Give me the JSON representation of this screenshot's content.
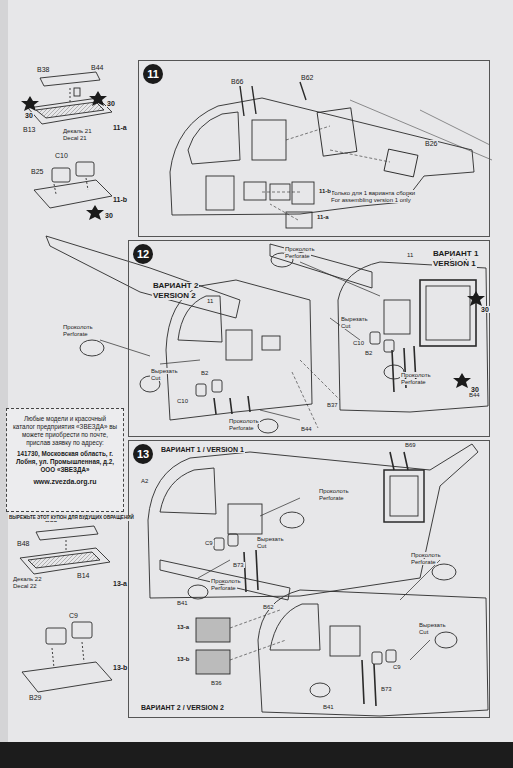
{
  "diagram": {
    "nodes": [
      {
        "text": [
          "11"
        ]
      },
      {
        "text": [
          "12"
        ]
      },
      {
        "text": [
          "13"
        ]
      },
      {
        "text": [
          "Любые модели и красочный каталог предприятия «ЗВЕЗДА» вы можете приобрести по почте, прислав заявку по адресу:",
          "141730, Московская область, г. Лобня, ул. Промышленная, д.2, ООО «ЗВЕЗДА»",
          "www.zvezda.org.ru"
        ]
      }
    ],
    "labels": [
      "B38",
      "B44",
      "30",
      "30",
      "11-a",
      "B13",
      "Декаль 21",
      "Decal 21",
      "C10",
      "B25",
      "30",
      "11-b",
      "B66",
      "B62",
      "B26",
      "Только для 1 варианта сборки",
      "For assembling version 1 only",
      "11-b",
      "11-a",
      "ВАРИАНТ 1",
      "VERSION 1",
      "11",
      "ВАРИАНТ 2",
      "VERSION 2",
      "11",
      "Проколоть",
      "Perforate",
      "Проколоть",
      "Perforate",
      "Вырезать",
      "Cut",
      "Вырезать",
      "Cut",
      "Проколоть",
      "Perforate",
      "Проколоть",
      "Perforate",
      "C10",
      "B2",
      "B37",
      "B44",
      "C10",
      "B2",
      "B44",
      "30",
      "30",
      "ВАРИАНТ 1 / VERSION 1",
      "A2",
      "B69",
      "Проколоть",
      "Perforate",
      "Вырезать",
      "Cut",
      "C9",
      "B73",
      "Проколоть",
      "Perforate",
      "B41",
      "B62",
      "13-a",
      "13-b",
      "B36",
      "Проколоть",
      "Perforate",
      "Вырезать",
      "Cut",
      "C9",
      "B73",
      "B41",
      "ВАРИАНТ 2 / VERSION 2",
      "B35",
      "B48",
      "B14",
      "Декаль 22",
      "Decal 22",
      "13-a",
      "C9",
      "B29",
      "13-b",
      "ВЫРЕЖЬТЕ ЭТОТ КУПОН ДЛЯ БУДУЩИХ ОБРАЩЕНИЙ"
    ]
  }
}
